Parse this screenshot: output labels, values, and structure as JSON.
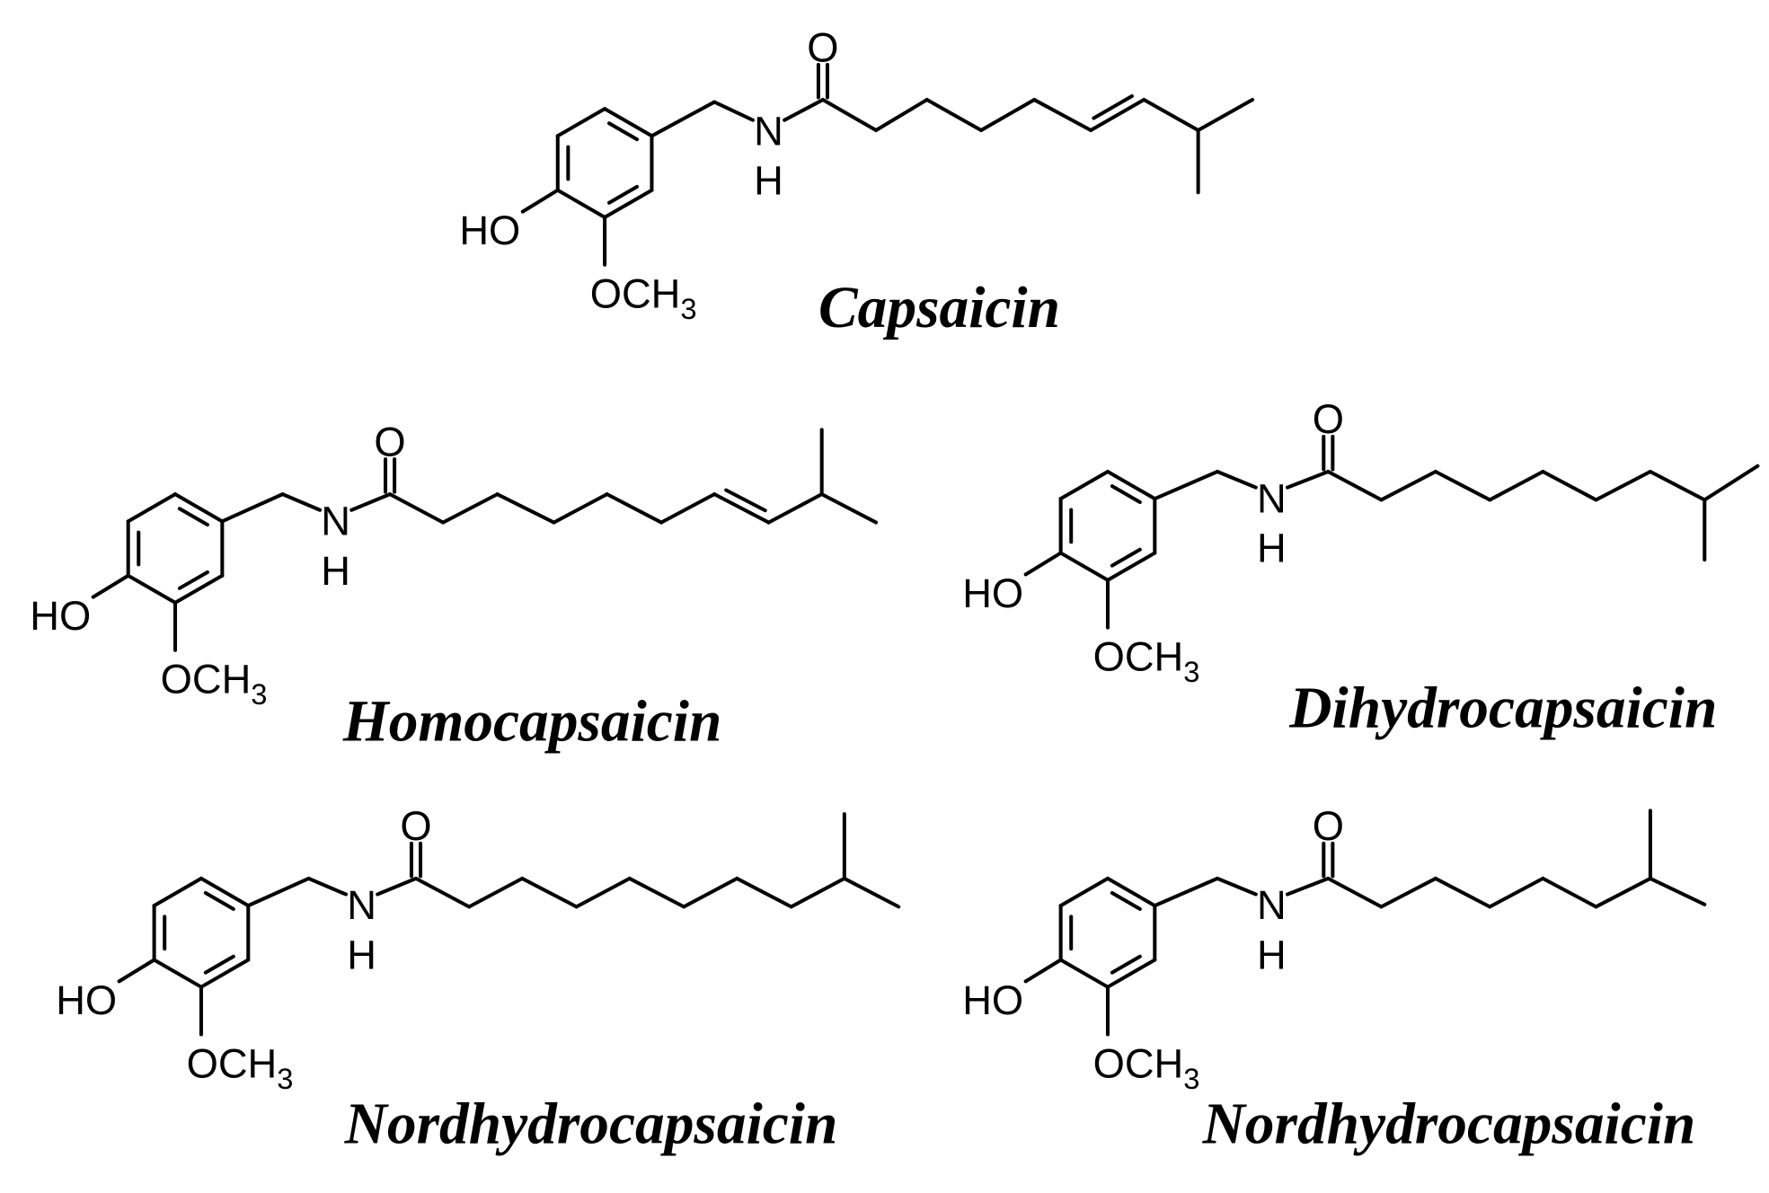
{
  "molecules": [
    {
      "name": "Capsaicin",
      "atoms": {
        "hydroxy": "HO",
        "methoxy": "OCH",
        "methoxy_subscript": "3",
        "nitrogen": "N",
        "hydrogen": "H",
        "oxygen": "O"
      }
    },
    {
      "name": "Homocapsaicin",
      "atoms": {
        "hydroxy": "HO",
        "methoxy": "OCH",
        "methoxy_subscript": "3",
        "nitrogen": "N",
        "hydrogen": "H",
        "oxygen": "O"
      }
    },
    {
      "name": "Dihydrocapsaicin",
      "atoms": {
        "hydroxy": "HO",
        "methoxy": "OCH",
        "methoxy_subscript": "3",
        "nitrogen": "N",
        "hydrogen": "H",
        "oxygen": "O"
      }
    },
    {
      "name": "Nordhydrocapsaicin",
      "atoms": {
        "hydroxy": "HO",
        "methoxy": "OCH",
        "methoxy_subscript": "3",
        "nitrogen": "N",
        "hydrogen": "H",
        "oxygen": "O"
      }
    },
    {
      "name": "Nordhydrocapsaicin",
      "atoms": {
        "hydroxy": "HO",
        "methoxy": "OCH",
        "methoxy_subscript": "3",
        "nitrogen": "N",
        "hydrogen": "H",
        "oxygen": "O"
      }
    }
  ]
}
